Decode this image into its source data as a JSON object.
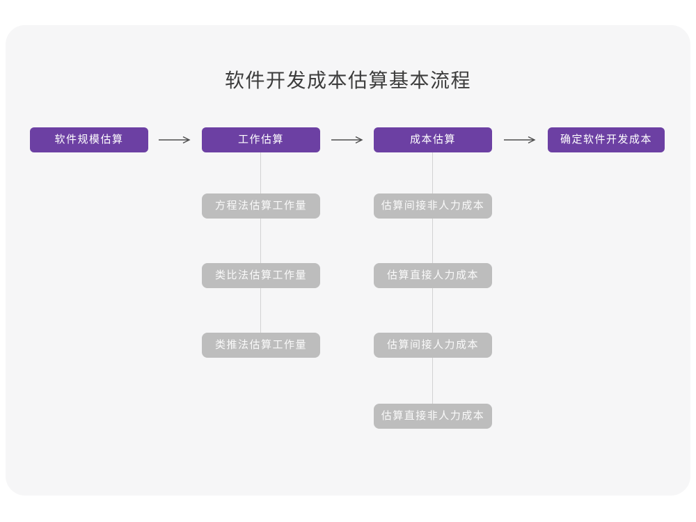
{
  "title": "软件开发成本估算基本流程",
  "flow": {
    "main_steps": [
      {
        "label": "软件规模估算"
      },
      {
        "label": "工作估算"
      },
      {
        "label": "成本估算"
      },
      {
        "label": "确定软件开发成本"
      }
    ],
    "work_estimation_methods": [
      {
        "label": "方程法估算工作量"
      },
      {
        "label": "类比法估算工作量"
      },
      {
        "label": "类推法估算工作量"
      }
    ],
    "cost_estimation_steps": [
      {
        "label": "估算间接非人力成本"
      },
      {
        "label": "估算直接人力成本"
      },
      {
        "label": "估算间接人力成本"
      },
      {
        "label": "估算直接非人力成本"
      }
    ]
  },
  "colors": {
    "primary_purple": "#6C40A3",
    "secondary_gray": "#BDBDBD",
    "card_background": "#F6F6F7",
    "arrow": "#4C4C4C",
    "connector": "#D2D2D2"
  },
  "icons": {
    "arrow_right": "⟶"
  }
}
